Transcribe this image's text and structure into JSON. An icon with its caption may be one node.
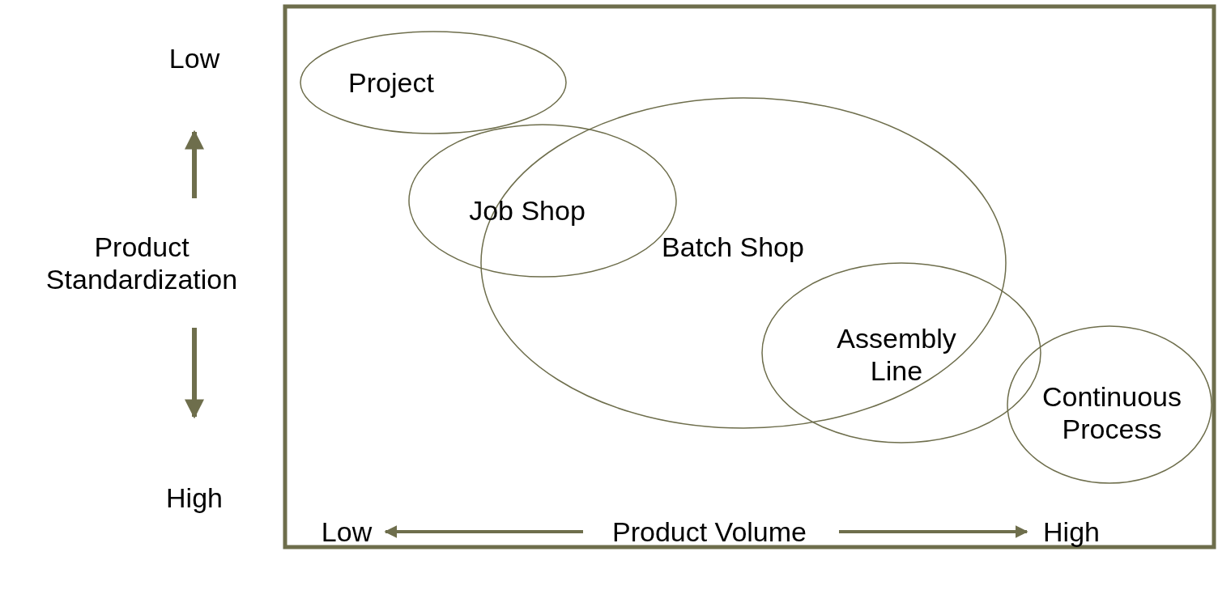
{
  "diagram": {
    "nodes": [
      {
        "text": [
          "Project"
        ]
      },
      {
        "text": [
          "Job Shop"
        ]
      },
      {
        "text": [
          "Batch Shop"
        ]
      },
      {
        "text": [
          "Assembly Line"
        ]
      },
      {
        "text": [
          "Continuous Process"
        ]
      }
    ],
    "labels": [
      "Low",
      "Product Standardization",
      "High",
      "Low",
      "Product Volume",
      "High"
    ]
  }
}
